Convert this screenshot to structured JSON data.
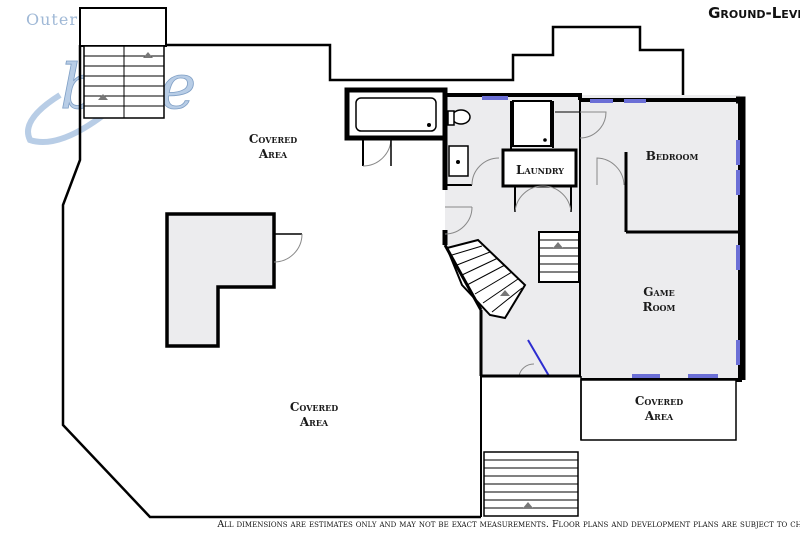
{
  "plan": {
    "level_title": "Ground-Level",
    "disclaimer": "All dimensions are estimates only and may not be exact measurements. Floor plans and development plans are subject to change.",
    "logo": {
      "top_text": "Outer Banks",
      "script_text": "blue",
      "color": "#a9c1de"
    },
    "rooms": {
      "covered_area_top": [
        "Covered",
        "Area"
      ],
      "covered_area_bottom": [
        "Covered",
        "Area"
      ],
      "covered_area_right": [
        "Covered",
        "Area"
      ],
      "laundry": "Laundry",
      "bedroom": "Bedroom",
      "game_room": [
        "Game",
        "Room"
      ]
    },
    "colors": {
      "wall": "#000000",
      "interior_fill": "#ececee",
      "window": "#6b6fd6"
    }
  }
}
